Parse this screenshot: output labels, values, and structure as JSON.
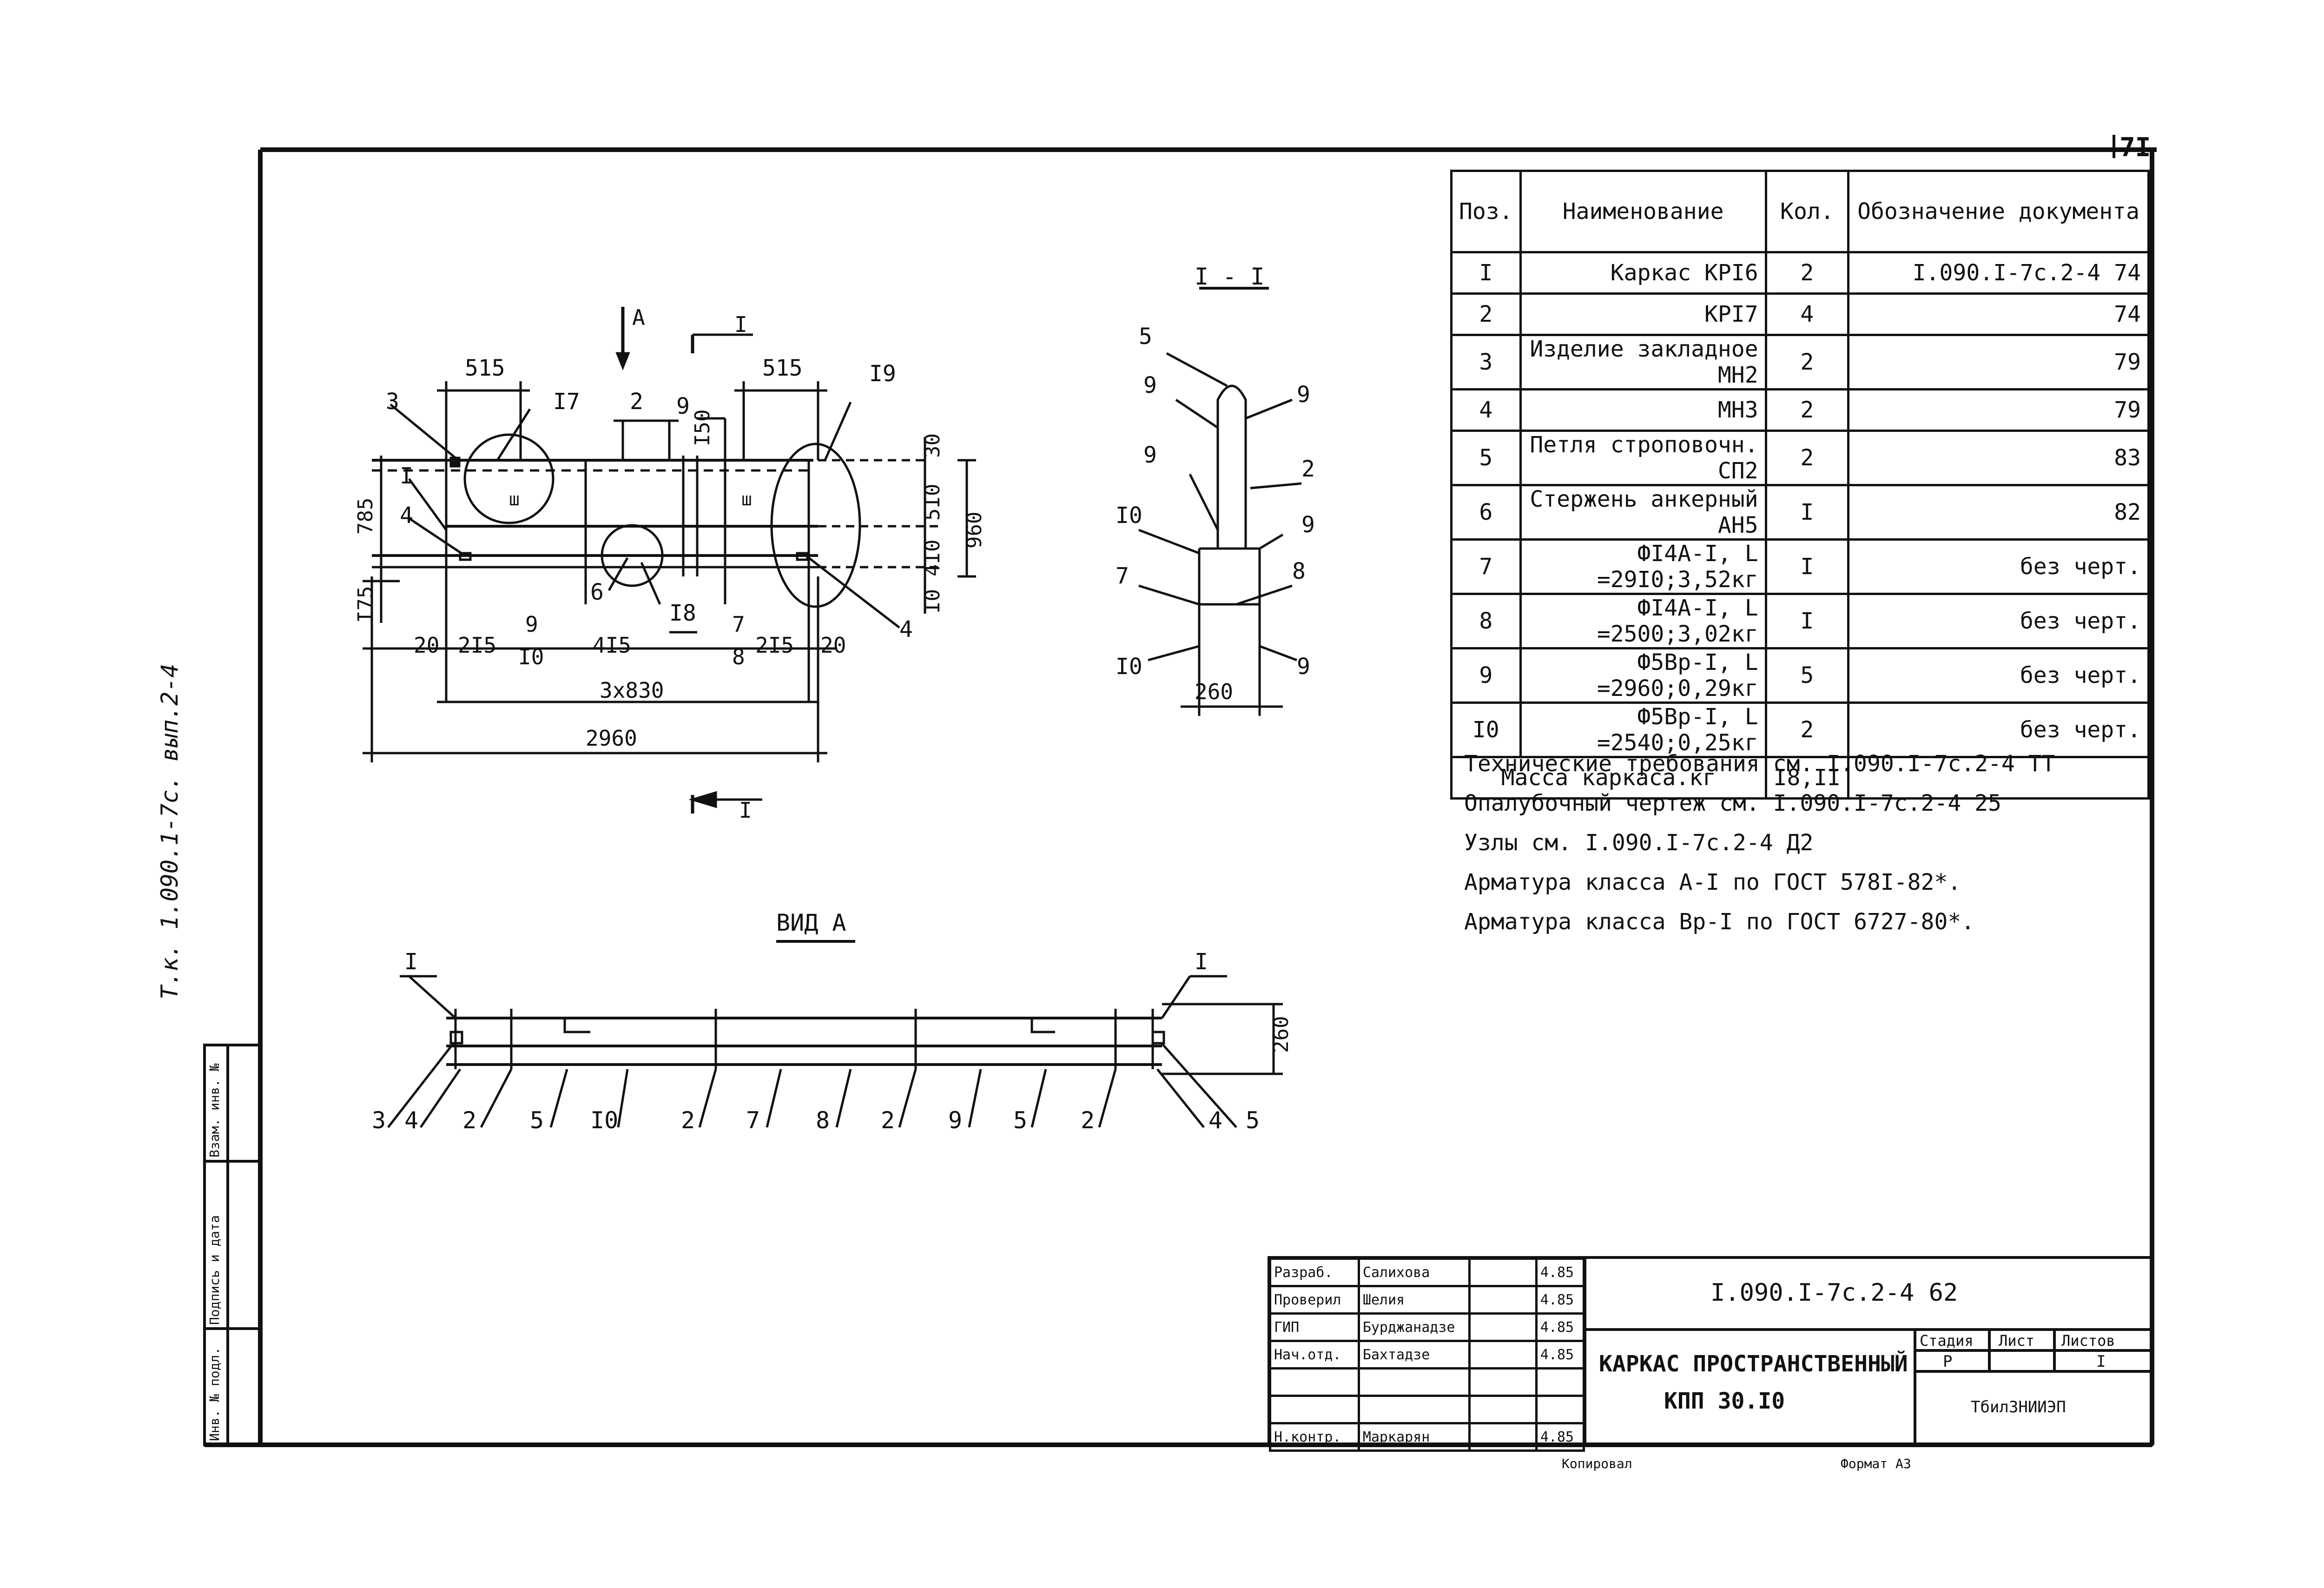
{
  "sheet": {
    "page_number": "7I",
    "side_note": "Т.к. 1.090.1-7с. вып.2-4"
  },
  "side_stamp": [
    "Инв. № подл.",
    "Подпись и дата",
    "Взам. инв. №"
  ],
  "drawing": {
    "main_view": {
      "dims_top": [
        "515",
        "2",
        "9",
        "I50",
        "515",
        "30"
      ],
      "dims_left": [
        "785",
        "I75"
      ],
      "dims_right": [
        "5I0",
        "4I0",
        "I0",
        "960"
      ],
      "dims_bottom": [
        "20",
        "2I5",
        "9",
        "I0",
        "4I5",
        "7",
        "8",
        "2I5",
        "20"
      ],
      "dim_3x830": "3x830",
      "dim_2960": "2960",
      "callouts": [
        "3",
        "I7",
        "I9",
        "I",
        "4",
        "6",
        "I8",
        "4"
      ],
      "section_mark_top": "I",
      "view_mark": "А",
      "section_mark_bottom": "I",
      "weld_marks": [
        "ш",
        "ш"
      ]
    },
    "section_view": {
      "title": "I - I",
      "labels": [
        "5",
        "9",
        "9",
        "9",
        "2",
        "I0",
        "9",
        "7",
        "8",
        "I0",
        "9"
      ],
      "dim_width": "260"
    },
    "view_a": {
      "title": "ВИД А",
      "marks_top": [
        "I",
        "I"
      ],
      "dim_height": "260",
      "callouts_bottom": [
        "3",
        "4",
        "2",
        "5",
        "I0",
        "2",
        "7",
        "8",
        "2",
        "9",
        "5",
        "2",
        "4",
        "5"
      ]
    }
  },
  "spec_table": {
    "headers": [
      "Поз.",
      "Наименование",
      "Кол.",
      "Обозначение документа"
    ],
    "rows": [
      {
        "pos": "I",
        "name": "Каркас КРI6",
        "qty": "2",
        "doc": "I.090.I-7с.2-4 74"
      },
      {
        "pos": "2",
        "name": "КРI7",
        "qty": "4",
        "doc": "74"
      },
      {
        "pos": "3",
        "name": "Изделие закладное МН2",
        "qty": "2",
        "doc": "79"
      },
      {
        "pos": "4",
        "name": "МН3",
        "qty": "2",
        "doc": "79"
      },
      {
        "pos": "5",
        "name": "Петля строповочн. СП2",
        "qty": "2",
        "doc": "83"
      },
      {
        "pos": "6",
        "name": "Стержень анкерный АН5",
        "qty": "I",
        "doc": "82"
      },
      {
        "pos": "7",
        "name": "ФI4А-I, L =29I0;3,52кг",
        "qty": "I",
        "doc": "без черт."
      },
      {
        "pos": "8",
        "name": "ФI4А-I, L =2500;3,02кг",
        "qty": "I",
        "doc": "без черт."
      },
      {
        "pos": "9",
        "name": "Ф5Вр-I, L =2960;0,29кг",
        "qty": "5",
        "doc": "без черт."
      },
      {
        "pos": "I0",
        "name": "Ф5Вр-I, L =2540;0,25кг",
        "qty": "2",
        "doc": "без черт."
      }
    ],
    "mass_label": "Масса каркаса.кг",
    "mass_value": "I8,II"
  },
  "notes": [
    "Технические требования см. I.090.I-7с.2-4 ТТ",
    "Опалубочный чертеж см. I.090.I-7с.2-4 25",
    "Узлы см. I.090.I-7с.2-4 Д2",
    "Арматура класса А-I по ГОСТ 578I-82*.",
    "Арматура класса Вр-I по ГОСТ 6727-80*."
  ],
  "title_block": {
    "doc_code": "I.090.I-7с.2-4 62",
    "title_line1": "КАРКАС ПРОСТРАНСТВЕННЫЙ",
    "title_line2": "КПП 30.I0",
    "roles": [
      {
        "role": "Разраб.",
        "name": "Салихова",
        "date": "4.85"
      },
      {
        "role": "Проверил",
        "name": "Шелия",
        "date": "4.85"
      },
      {
        "role": "ГИП",
        "name": "Бурджанадзе",
        "date": "4.85"
      },
      {
        "role": "Нач.отд.",
        "name": "Бахтадзе",
        "date": "4.85"
      },
      {
        "role": "",
        "name": "",
        "date": ""
      },
      {
        "role": "",
        "name": "",
        "date": ""
      },
      {
        "role": "Н.контр.",
        "name": "Маркарян",
        "date": "4.85"
      }
    ],
    "stage_headers": [
      "Стадия",
      "Лист",
      "Листов"
    ],
    "stage_values": [
      "Р",
      "",
      "I"
    ],
    "org": "ТбилЗНИИЭП",
    "copied": "Копировал",
    "format": "Формат А3"
  }
}
